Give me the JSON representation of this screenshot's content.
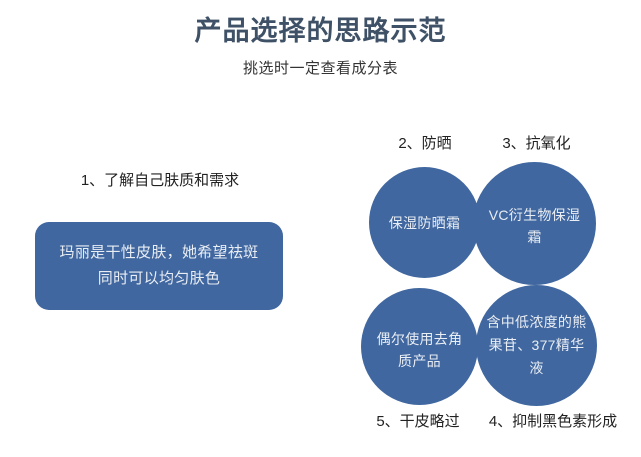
{
  "header": {
    "title": "产品选择的思路示范",
    "subtitle": "挑选时一定查看成分表",
    "title_color": "#3f5166",
    "subtitle_color": "#333333"
  },
  "theme": {
    "accent_blue": "#40679f",
    "shape_text_color": "#e9edf4",
    "background": "#ffffff"
  },
  "left_group": {
    "step_label": "1、了解自己肤质和需求",
    "persona_text": "玛丽是干性皮肤，她希望祛斑同时可以均匀肤色"
  },
  "circles": [
    {
      "id": "sunscreen",
      "caption": "2、防晒",
      "caption_position": "top",
      "text": "保湿防晒霜"
    },
    {
      "id": "antioxidant",
      "caption": "3、抗氧化",
      "caption_position": "top",
      "text": "VC衍生物保湿霜"
    },
    {
      "id": "exfoliate",
      "caption": "5、干皮略过",
      "caption_position": "bottom",
      "text": "偶尔使用去角质产品"
    },
    {
      "id": "melanin",
      "caption": "4、抑制黑色素形成",
      "caption_position": "bottom",
      "text": "含中低浓度的熊果苷、377精华液"
    }
  ]
}
